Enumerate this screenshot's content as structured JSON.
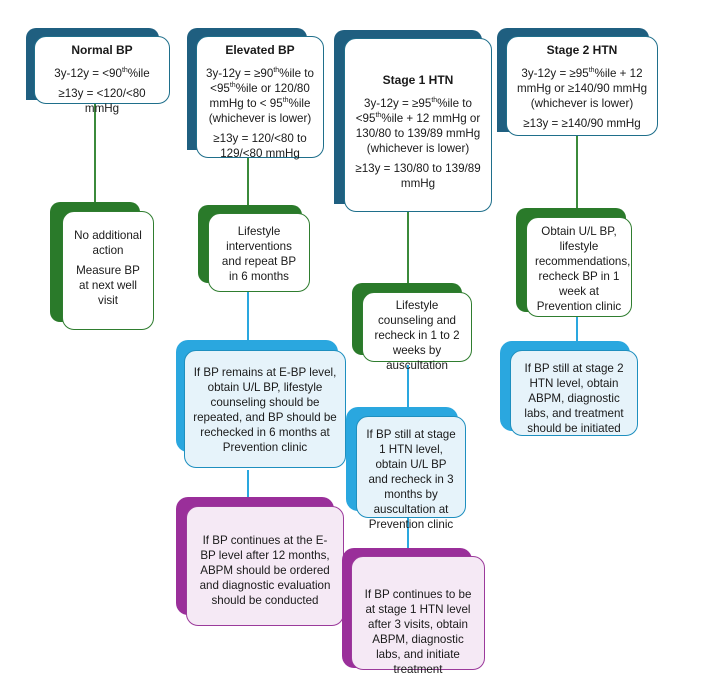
{
  "columns": [
    {
      "heading": "Normal BP",
      "criteria": [
        "3y-12y = <90th%ile",
        "≥13y = <120/<80 mmHg"
      ],
      "action": [
        "No additional action",
        "Measure BP at next well visit"
      ]
    },
    {
      "heading": "Elevated BP",
      "criteria": [
        "3y-12y = ≥90th%ile to <95th%ile or 120/80 mmHg to < 95th%ile (whichever is lower)",
        "≥13y = 120/<80 to 129/<80 mmHg"
      ],
      "action": [
        "Lifestyle interventions and repeat BP in 6 months"
      ],
      "followup": "If BP remains at E-BP level, obtain U/L BP, lifestyle counseling should be repeated, and BP should be rechecked in 6 months at Prevention clinic",
      "final": "If BP continues at the E-BP level after 12 months, ABPM should be ordered and diagnostic evaluation should be conducted"
    },
    {
      "heading": "Stage 1 HTN",
      "criteria": [
        "3y-12y = ≥95th%ile to <95th%ile + 12 mmHg or 130/80 to 139/89 mmHg (whichever is lower)",
        "≥13y = 130/80 to 139/89 mmHg"
      ],
      "action": [
        "Lifestyle counseling and recheck in 1 to 2 weeks by auscultation"
      ],
      "followup": "If BP still at stage 1 HTN level, obtain U/L BP and recheck in 3 months by auscultation at Prevention clinic",
      "final": "If BP continues to be at stage 1 HTN level after 3 visits, obtain ABPM, diagnostic labs, and initiate treatment"
    },
    {
      "heading": "Stage 2 HTN",
      "criteria": [
        "3y-12y = ≥95th%ile + 12 mmHg or ≥140/90 mmHg (whichever is lower)",
        "≥13y = ≥140/90 mmHg"
      ],
      "action": [
        "Obtain U/L BP, lifestyle recommendations, recheck BP in 1 week at Prevention clinic"
      ],
      "followup": "If BP still at stage 2 HTN level, obtain ABPM, diagnostic labs, and treatment should be initiated"
    }
  ],
  "colors": {
    "header": "#1f5f80",
    "action": "#2a7a2a",
    "followup": "#2aa7df",
    "final": "#9a2f9a"
  }
}
